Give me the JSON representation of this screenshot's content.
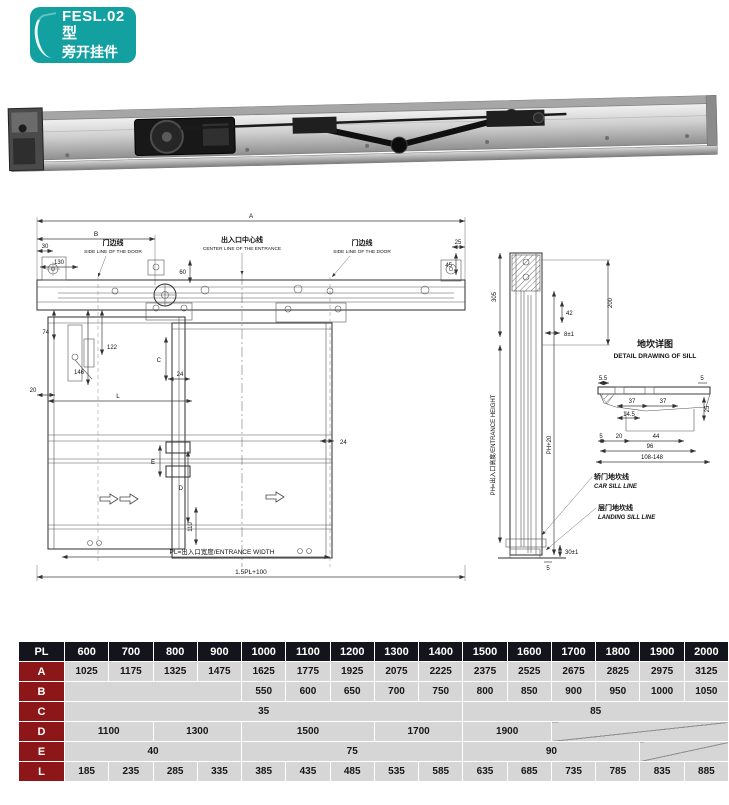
{
  "badge": {
    "line1": "FESL.02型",
    "line2": "旁开挂件",
    "bg_color": "#12a0a0",
    "text_color": "#ffffff"
  },
  "photo": {
    "alt": "side-opening door operator assembly"
  },
  "drawing": {
    "front": {
      "dim_A": "A",
      "dim_B": "B",
      "dim_30": "30",
      "dim_130": "130",
      "door_edge_left_cn": "门边线",
      "door_edge_left_en": "SIDE LINE OF THE DOOR",
      "center_line_cn": "出入口中心线",
      "center_line_en": "CENTER LINE OF THE ENTRANCE",
      "door_edge_right_cn": "门边线",
      "door_edge_right_en": "SIDE LINE OF THE DOOR",
      "dim_25": "25",
      "dim_45": "45",
      "dim_60": "60",
      "dim_74": "74",
      "dim_122": "122",
      "dim_146": "146",
      "dim_20": "20",
      "dim_L": "L",
      "dim_C": "C",
      "dim_24_left": "24",
      "dim_24_right": "24",
      "dim_E": "E",
      "dim_D": "D",
      "dim_110": "110",
      "entrance_width": "PL=出入口宽度/ENTRANCE WIDTH",
      "overall_width": "1.5PL+100"
    },
    "side": {
      "dim_305": "305",
      "dim_200": "200",
      "dim_42": "42",
      "dim_8": "8±1",
      "entrance_height": "PH=出入口高度/ENTRANCE HEIGHT",
      "ph_plus_20": "PH+20",
      "dim_30_1": "30±1",
      "dim_5": "5",
      "car_sill_cn": "轿门地坎线",
      "car_sill_en": "CAR SILL LINE",
      "landing_sill_cn": "层门地坎线",
      "landing_sill_en": "LANDING SILL LINE"
    },
    "sill_detail": {
      "title_cn": "地坎详图",
      "title_en": "DETAIL DRAWING OF SILL",
      "dim_5_5": "5.5",
      "dim_5_top": "5",
      "dim_37_left": "37",
      "dim_37_right": "37",
      "dim_14_5": "14.5",
      "dim_25": "25",
      "dim_5_left": "5",
      "dim_20": "20",
      "dim_44": "44",
      "dim_96": "96",
      "dim_108_148": "108-148"
    }
  },
  "spec_table": {
    "colors": {
      "header_bg": "#14141c",
      "label_bg": "#8c1618",
      "cell_bg": "#d6d6d6"
    },
    "header": {
      "label": "PL",
      "columns": [
        "600",
        "700",
        "800",
        "900",
        "1000",
        "1100",
        "1200",
        "1300",
        "1400",
        "1500",
        "1600",
        "1700",
        "1800",
        "1900",
        "2000"
      ]
    },
    "rows": [
      {
        "label": "A",
        "cells": [
          "1025",
          "1175",
          "1325",
          "1475",
          "1625",
          "1775",
          "1925",
          "2075",
          "2225",
          "2375",
          "2525",
          "2675",
          "2825",
          "2975",
          "3125"
        ]
      },
      {
        "label": "B",
        "cells": [
          {
            "v": "",
            "span": 4
          },
          "550",
          "600",
          "650",
          "700",
          "750",
          "800",
          "850",
          "900",
          "950",
          "1000",
          "1050"
        ]
      },
      {
        "label": "C",
        "cells": [
          {
            "v": "35",
            "span": 9
          },
          {
            "v": "85",
            "span": 6
          }
        ]
      },
      {
        "label": "D",
        "cells": [
          {
            "v": "1100",
            "span": 2
          },
          {
            "v": "1300",
            "span": 2
          },
          {
            "v": "1500",
            "span": 3
          },
          {
            "v": "1700",
            "span": 2
          },
          {
            "v": "1900",
            "span": 2
          },
          {
            "v": "",
            "span": 4,
            "diag": true
          }
        ]
      },
      {
        "label": "E",
        "cells": [
          {
            "v": "40",
            "span": 4
          },
          {
            "v": "75",
            "span": 5
          },
          {
            "v": "90",
            "span": 4
          },
          {
            "v": "",
            "span": 2,
            "diag": true
          }
        ]
      },
      {
        "label": "L",
        "cells": [
          "185",
          "235",
          "285",
          "335",
          "385",
          "435",
          "485",
          "535",
          "585",
          "635",
          "685",
          "735",
          "785",
          "835",
          "885"
        ]
      }
    ]
  }
}
